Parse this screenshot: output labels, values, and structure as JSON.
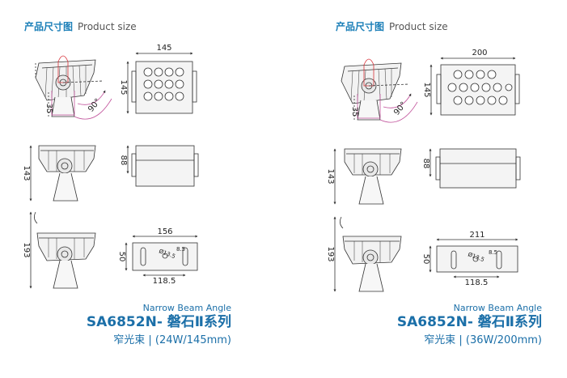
{
  "panels": [
    {
      "header_zh": "产品尺寸图",
      "header_en": "Product size",
      "dims": {
        "d145": "145",
        "d145v": "145",
        "d35": "35",
        "d90": "90°",
        "d88": "88",
        "d143": "143",
        "d193": "193",
        "d156": "156",
        "d50": "50",
        "dphi": "Ø13.5",
        "d85": "8.5",
        "d1185": "118.5"
      },
      "caption_en": "Narrow Beam Angle",
      "caption_model": "SA6852N- 磐石Ⅱ系列",
      "caption_sub": "窄光束 | (24W/145mm)"
    },
    {
      "header_zh": "产品尺寸图",
      "header_en": "Product size",
      "dims": {
        "d145": "200",
        "d145v": "145",
        "d35": "35",
        "d90": "90°",
        "d88": "88",
        "d143": "143",
        "d193": "193",
        "d156": "211",
        "d50": "50",
        "dphi": "Ø13.5",
        "d85": "8.5",
        "d1185": "118.5"
      },
      "caption_en": "Narrow Beam Angle",
      "caption_model": "SA6852N- 磐石Ⅱ系列",
      "caption_sub": "窄光束 | (36W/200mm)"
    }
  ],
  "colors": {
    "line": "#333333",
    "accent": "#1b6fa8",
    "magenta": "#c0509a",
    "red": "#d8333a"
  }
}
